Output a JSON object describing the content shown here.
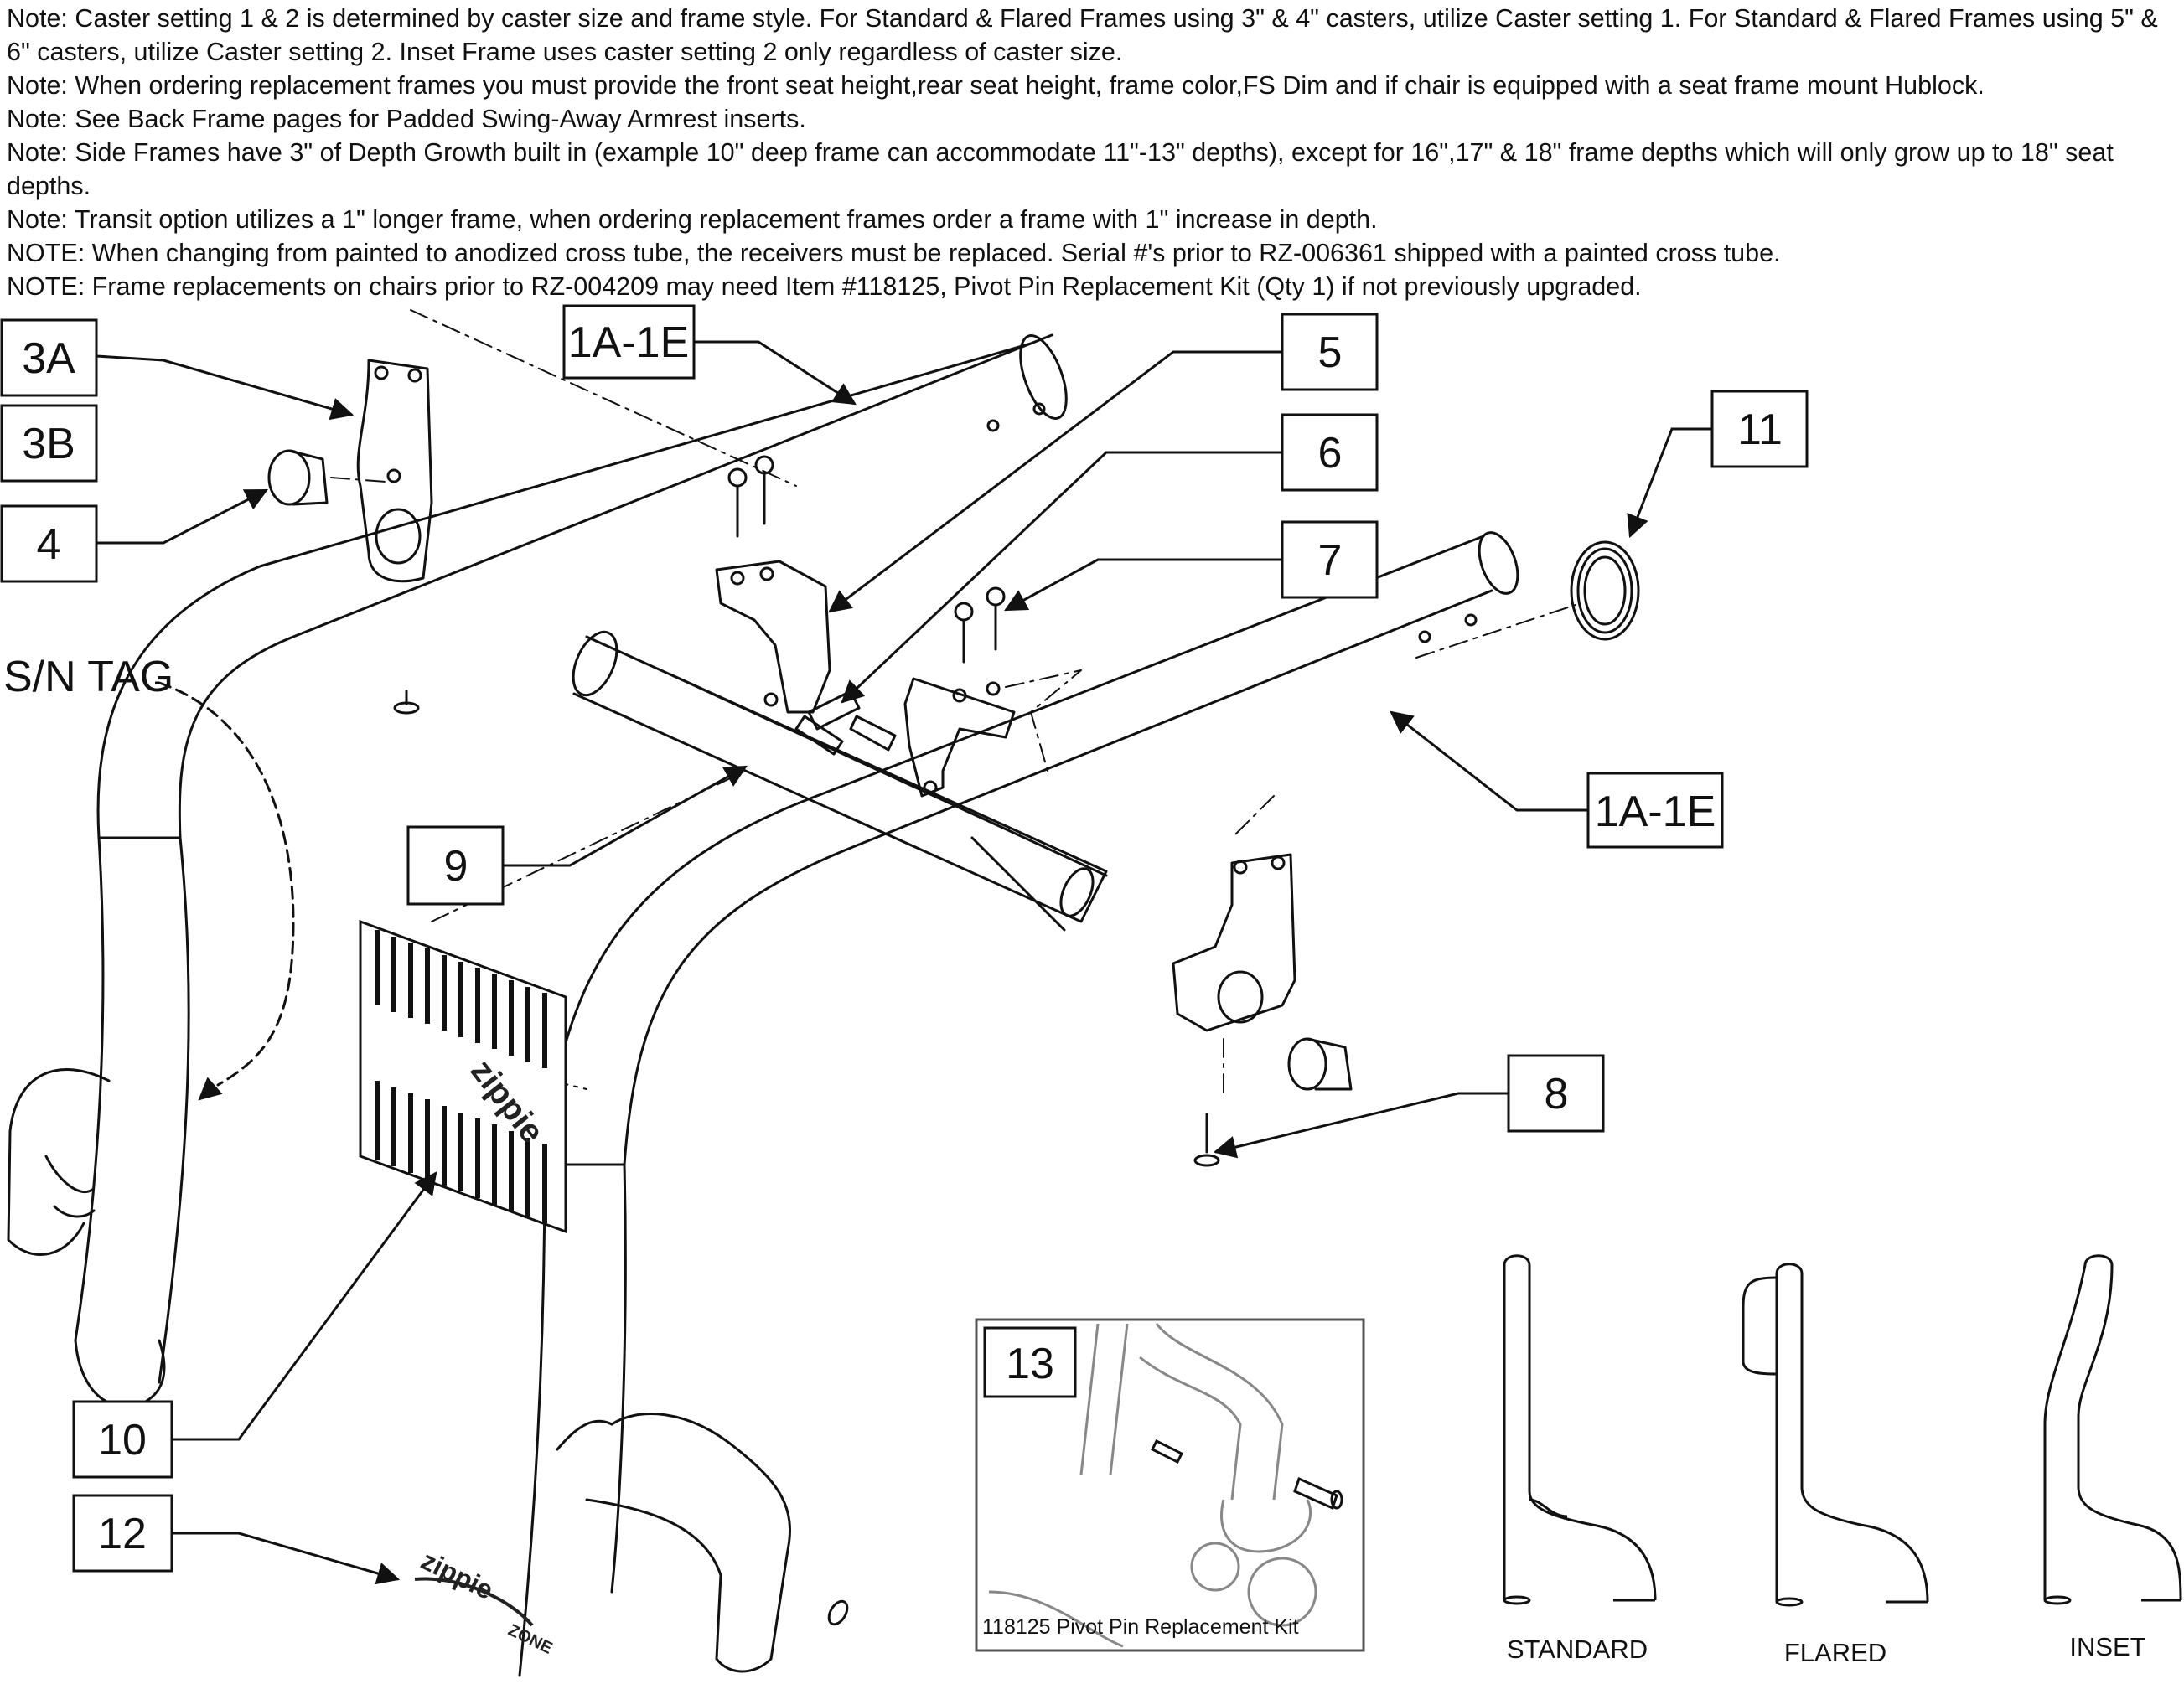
{
  "notes": [
    "Note: Caster setting 1 & 2 is determined by caster size and frame style. For Standard & Flared Frames using 3\" & 4\" casters, utilize Caster setting 1. For Standard & Flared Frames using 5\" & 6\" casters, utilize Caster setting 2. Inset Frame uses caster setting 2 only regardless of caster size.",
    "Note: When ordering replacement frames you must provide the front seat height,rear seat height, frame color,FS Dim and if chair is equipped with a seat frame mount Hublock.",
    "Note: See Back Frame pages for Padded Swing-Away Armrest inserts.",
    "Note: Side Frames have 3\" of Depth Growth built in (example 10\" deep frame can accommodate 11\"-13\" depths), except for 16\",17\" & 18\" frame depths which will only grow up to 18\" seat depths.",
    "Note: Transit option utilizes a 1\" longer frame, when ordering replacement frames order a frame with 1\" increase in depth.",
    "NOTE: When changing from painted to anodized cross tube, the receivers must be replaced. Serial #'s prior to RZ-006361 shipped with a painted cross tube.",
    "NOTE: Frame replacements on chairs prior to RZ-004209 may need Item #118125, Pivot Pin Replacement Kit (Qty 1) if not previously upgraded."
  ],
  "callouts": {
    "c3a": "3A",
    "c3b": "3B",
    "c4": "4",
    "c1a_top": "1A-1E",
    "c5": "5",
    "c6": "6",
    "c7": "7",
    "c11": "11",
    "c1a_right": "1A-1E",
    "c9": "9",
    "c8": "8",
    "c10": "10",
    "c12": "12",
    "c13": "13"
  },
  "sn_tag_label": "S/N TAG",
  "decal_brand": "zippie",
  "sticker_brand": "zippie",
  "sticker_sub": "ZONE",
  "inset_caption": "118125 Pivot Pin Replacement Kit",
  "variants": {
    "standard": "STANDARD",
    "flared": "FLARED",
    "inset": "INSET"
  }
}
